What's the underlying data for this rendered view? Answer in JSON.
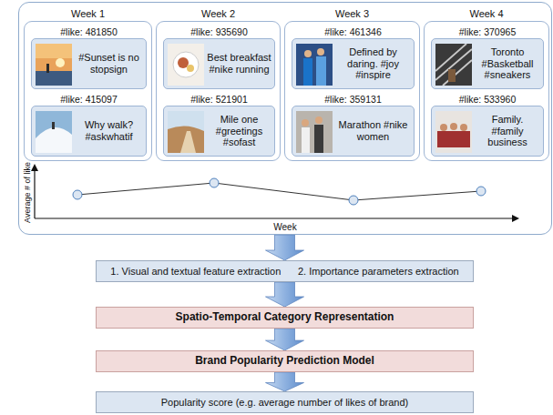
{
  "diagram": {
    "nodes": [
      {
        "text": [
          "Average # of like",
          "Week"
        ]
      },
      {
        "text": [
          "Week 1"
        ],
        "in": 0
      },
      {
        "text": [
          "#like: 481850",
          "#Sunset is no stopsign"
        ],
        "in": 1
      },
      {
        "text": [
          "#like: 415097",
          "Why walk? #askwhatif"
        ],
        "in": 1
      },
      {
        "text": [
          "Week 2"
        ],
        "in": 0
      },
      {
        "text": [
          "#like: 935690",
          "Best breakfast #nike running"
        ],
        "in": 4
      },
      {
        "text": [
          "#like: 521901",
          "Mile one #greetings #sofast"
        ],
        "in": 4
      },
      {
        "text": [
          "Week 3"
        ],
        "in": 0
      },
      {
        "text": [
          "#like: 461346",
          "Defined by daring. #joy #inspire"
        ],
        "in": 7
      },
      {
        "text": [
          "#like: 359131",
          "Marathon #nike women"
        ],
        "in": 7
      },
      {
        "text": [
          "Week 4"
        ],
        "in": 0
      },
      {
        "text": [
          "#like: 370965",
          "Toronto #Basketball #sneakers"
        ],
        "in": 10
      },
      {
        "text": [
          "#like: 533960",
          "Family. #family business"
        ],
        "in": 10
      },
      {
        "text": [
          "1. Visual and textual feature extraction",
          "2. Importance parameters extraction"
        ]
      },
      {
        "text": [
          "Spatio-Temporal Category Representation"
        ]
      },
      {
        "text": [
          "Brand Popularity Prediction Model"
        ]
      },
      {
        "text": [
          "Popularity score (e.g. average number of likes of brand)"
        ]
      }
    ],
    "edges": [
      {
        "from": 0,
        "to": 13,
        "arrow": "to"
      },
      {
        "from": 13,
        "to": 14,
        "arrow": "to"
      },
      {
        "from": 14,
        "to": 15,
        "arrow": "to"
      },
      {
        "from": 15,
        "to": 16,
        "arrow": "to"
      }
    ]
  }
}
